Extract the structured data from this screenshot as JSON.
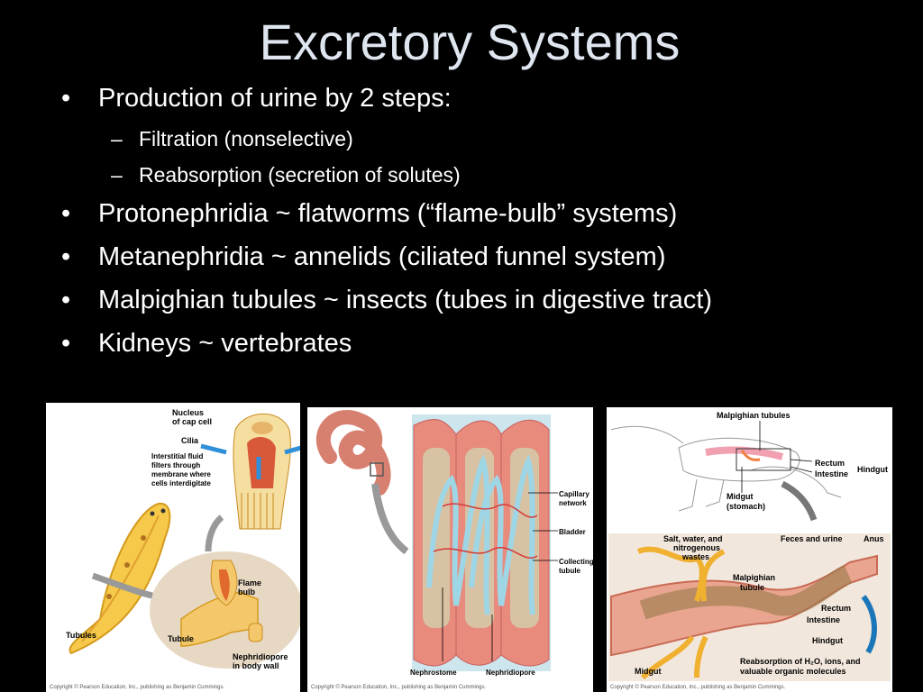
{
  "title": "Excretory Systems",
  "bullets": {
    "b0": "Production of urine by 2 steps:",
    "b0_sub0": "Filtration (nonselective)",
    "b0_sub1": "Reabsorption (secretion of solutes)",
    "b1": "Protonephridia ~ flatworms (“flame-bulb” systems)",
    "b2": "Metanephridia ~ annelids (ciliated funnel system)",
    "b3": "Malpighian tubules ~ insects (tubes in digestive tract)",
    "b4": "Kidneys ~ vertebrates",
    "bullet_char": "•",
    "dash_char": "–"
  },
  "figure1": {
    "nucleus": "Nucleus",
    "of_cap_cell": "of cap cell",
    "cilia": "Cilia",
    "interstitial_1": "Interstitial fluid",
    "interstitial_2": "filters through",
    "interstitial_3": "membrane where",
    "interstitial_4": "cells interdigitate",
    "flame": "Flame",
    "bulb": "bulb",
    "tubules": "Tubules",
    "tubule": "Tubule",
    "nephridiopore": "Nephridiopore",
    "in_body_wall": "in body wall",
    "copyright": "Copyright © Pearson Education, Inc., publishing as Benjamin Cummings."
  },
  "figure2": {
    "capillary": "Capillary",
    "network": "network",
    "bladder": "Bladder",
    "collecting": "Collecting",
    "tubule": "tubule",
    "nephrostome": "Nephrostome",
    "nephridiopore": "Nephridiopore",
    "copyright": "Copyright © Pearson Education, Inc., publishing as Benjamin Cummings."
  },
  "figure3": {
    "malpighian_tubules": "Malpighian tubules",
    "rectum": "Rectum",
    "intestine": "Intestine",
    "hindgut": "Hindgut",
    "midgut": "Midgut",
    "stomach": "(stomach)",
    "salt_1": "Salt, water, and",
    "salt_2": "nitrogenous",
    "salt_3": "wastes",
    "feces": "Feces and urine",
    "anus": "Anus",
    "malpighian": "Malpighian",
    "tubule": "tubule",
    "rectum2": "Rectum",
    "intestine2": "Intestine",
    "hindgut2": "Hindgut",
    "midgut2": "Midgut",
    "reabs_1": "Reabsorption of H₂O, ions, and",
    "reabs_2": "valuable organic molecules",
    "copyright": "Copyright © Pearson Education, Inc., publishing as Benjamin Cummings."
  }
}
